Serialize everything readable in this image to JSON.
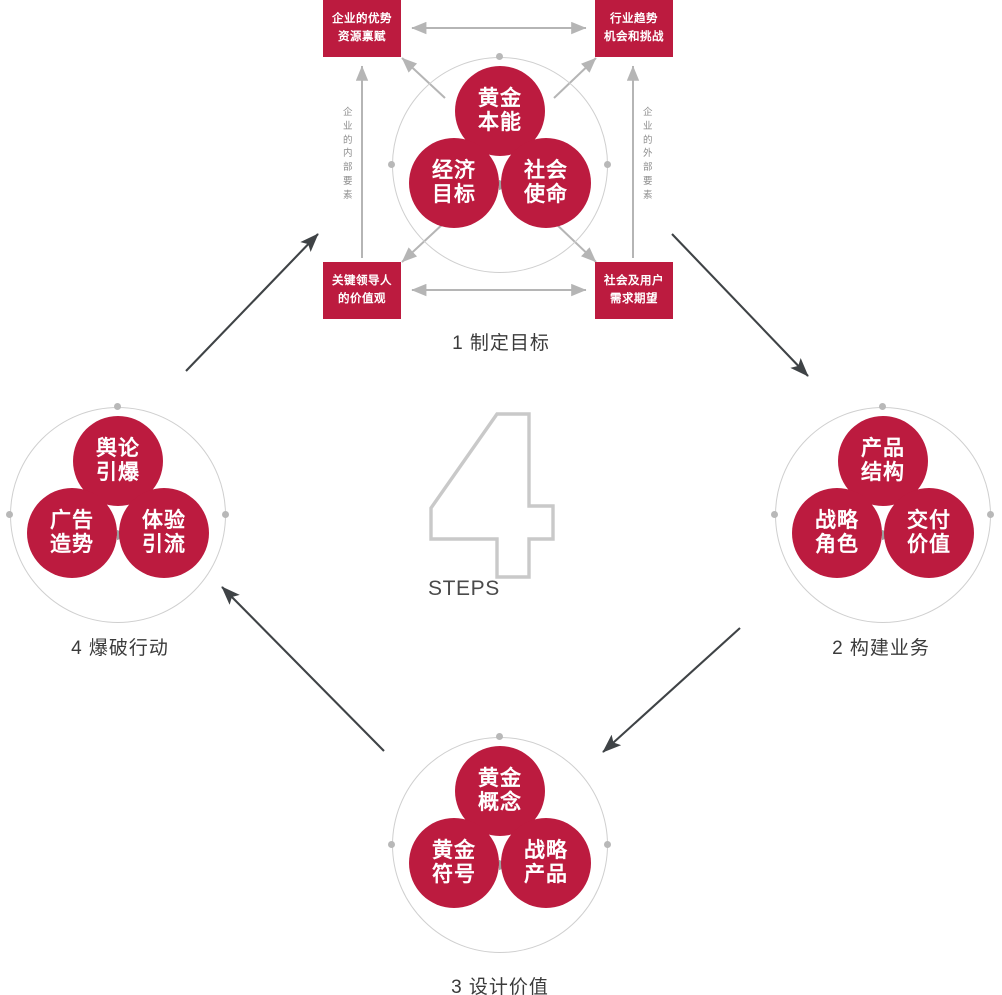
{
  "theme": {
    "accent_red": "#BC1B3F",
    "ring_gray": "#cfcfcf",
    "arrow_gray": "#b5b5b5",
    "arrow_dark": "#3f4346",
    "text_dark": "#3b3b3b",
    "label_gray": "#8d8d8d"
  },
  "center": {
    "numeral": "4",
    "word": "STEPS"
  },
  "step1": {
    "caption": "1  制定目标",
    "boxes": {
      "top_left": {
        "line1": "企业的优势",
        "line2": "资源禀赋"
      },
      "top_right": {
        "line1": "行业趋势",
        "line2": "机会和挑战"
      },
      "bottom_left": {
        "line1": "关键领导人",
        "line2": "的价值观"
      },
      "bottom_right": {
        "line1": "社会及用户",
        "line2": "需求期望"
      }
    },
    "side_labels": {
      "left": "企业的内部要素",
      "right": "企业的外部要素"
    },
    "bubbles": {
      "top": {
        "line1": "黄金",
        "line2": "本能"
      },
      "left": {
        "line1": "经济",
        "line2": "目标"
      },
      "right": {
        "line1": "社会",
        "line2": "使命"
      }
    }
  },
  "step2": {
    "caption": "2  构建业务",
    "bubbles": {
      "top": {
        "line1": "产品",
        "line2": "结构"
      },
      "left": {
        "line1": "战略",
        "line2": "角色"
      },
      "right": {
        "line1": "交付",
        "line2": "价值"
      }
    }
  },
  "step3": {
    "caption": "3  设计价值",
    "bubbles": {
      "top": {
        "line1": "黄金",
        "line2": "概念"
      },
      "left": {
        "line1": "黄金",
        "line2": "符号"
      },
      "right": {
        "line1": "战略",
        "line2": "产品"
      }
    }
  },
  "step4": {
    "caption": "4  爆破行动",
    "bubbles": {
      "top": {
        "line1": "舆论",
        "line2": "引爆"
      },
      "left": {
        "line1": "广告",
        "line2": "造势"
      },
      "right": {
        "line1": "体验",
        "line2": "引流"
      }
    }
  }
}
